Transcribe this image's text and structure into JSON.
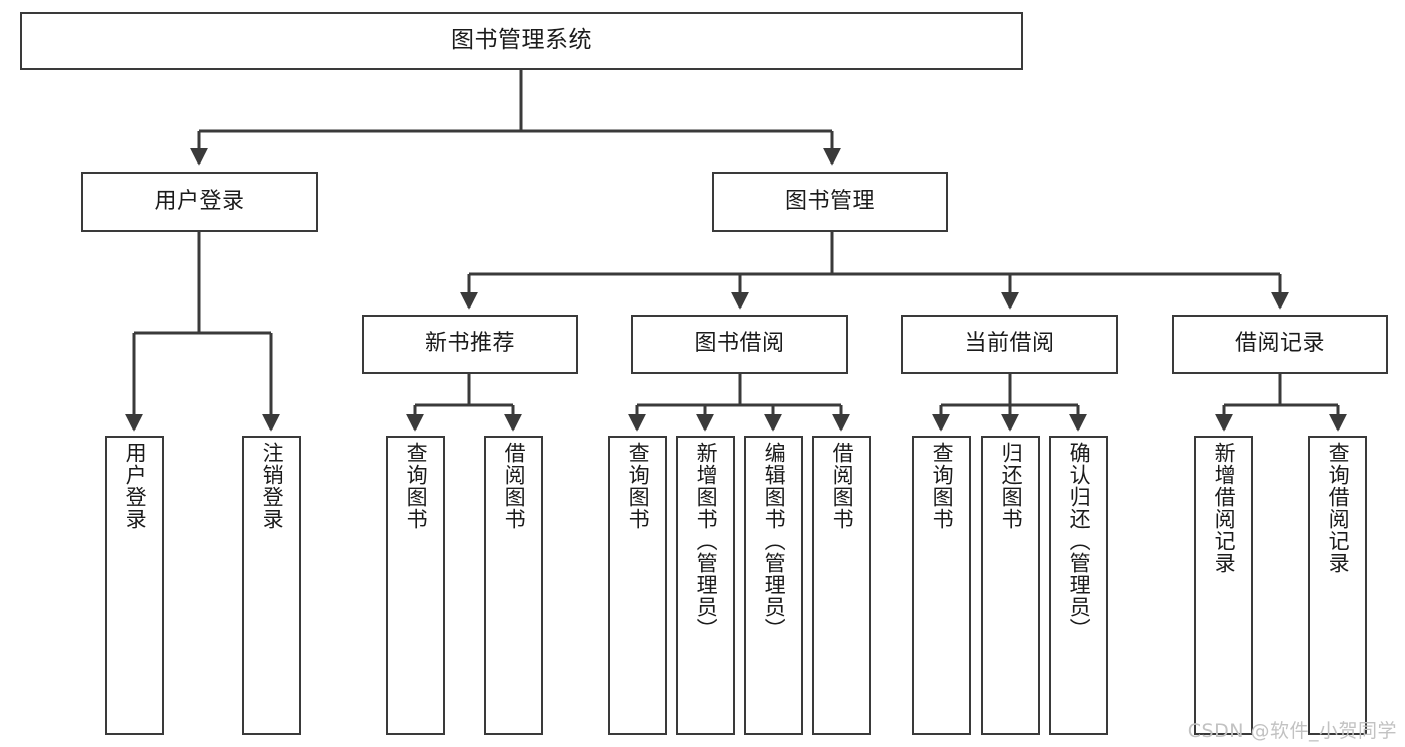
{
  "diagram": {
    "title": "图书管理系统",
    "type": "tree",
    "root": {
      "label": "图书管理系统"
    },
    "level2": [
      {
        "label": "用户登录"
      },
      {
        "label": "图书管理"
      }
    ],
    "level3": [
      {
        "label": "新书推荐"
      },
      {
        "label": "图书借阅"
      },
      {
        "label": "当前借阅"
      },
      {
        "label": "借阅记录"
      }
    ],
    "leaves": {
      "user_login": [
        {
          "label": "用户登录"
        },
        {
          "label": "注销登录"
        }
      ],
      "new_book_recommend": [
        {
          "label": "查询图书"
        },
        {
          "label": "借阅图书"
        }
      ],
      "book_borrow": [
        {
          "label": "查询图书"
        },
        {
          "label": "新增图书（管理员）"
        },
        {
          "label": "编辑图书（管理员）"
        },
        {
          "label": "借阅图书"
        }
      ],
      "current_borrow": [
        {
          "label": "查询图书"
        },
        {
          "label": "归还图书"
        },
        {
          "label": "确认归还（管理员）"
        }
      ],
      "borrow_record": [
        {
          "label": "新增借阅记录"
        },
        {
          "label": "查询借阅记录"
        }
      ]
    }
  },
  "watermark": {
    "text": "CSDN @软件_小贺同学"
  },
  "colors": {
    "stroke": "#3a3a3a",
    "fill": "#ffffff",
    "text": "#1b1b1b",
    "watermark": "#c2c2c2"
  }
}
